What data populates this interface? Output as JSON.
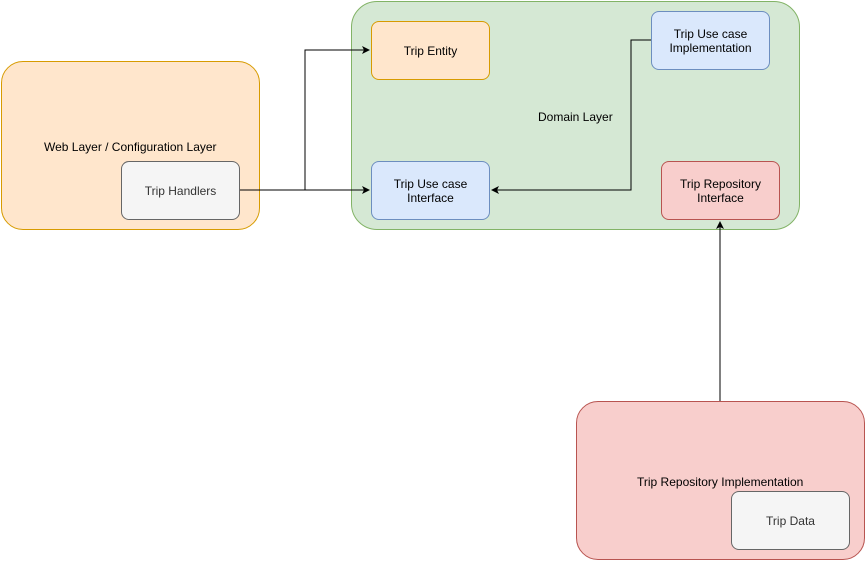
{
  "containers": {
    "web_layer": {
      "label": "Web Layer / Configuration Layer",
      "fill": "#ffe6cc",
      "stroke": "#d79b00"
    },
    "domain_layer": {
      "label": "Domain Layer",
      "fill": "#d5e8d4",
      "stroke": "#82b366"
    },
    "repo_impl": {
      "label": "Trip Repository Implementation",
      "fill": "#f8cecc",
      "stroke": "#b85450"
    }
  },
  "nodes": {
    "trip_handlers": {
      "label": "Trip Handlers",
      "fill": "#f5f5f5",
      "stroke": "#666666"
    },
    "trip_entity": {
      "label": "Trip Entity",
      "fill": "#ffe6cc",
      "stroke": "#d79b00"
    },
    "use_case_impl": {
      "label": "Trip Use case\nImplementation",
      "fill": "#dae8fc",
      "stroke": "#6c8ebf"
    },
    "use_case_interface": {
      "label": "Trip Use case\nInterface",
      "fill": "#dae8fc",
      "stroke": "#6c8ebf"
    },
    "repo_interface": {
      "label": "Trip Repository\nInterface",
      "fill": "#f8cecc",
      "stroke": "#b85450"
    },
    "trip_data": {
      "label": "Trip Data",
      "fill": "#f5f5f5",
      "stroke": "#666666"
    }
  },
  "edges": [
    {
      "from": "Trip Handlers",
      "to": "Trip Entity"
    },
    {
      "from": "Trip Handlers",
      "to": "Trip Use case Interface"
    },
    {
      "from": "Trip Use case Implementation",
      "to": "Trip Use case Interface"
    },
    {
      "from": "Trip Repository Implementation",
      "to": "Trip Repository Interface"
    }
  ]
}
